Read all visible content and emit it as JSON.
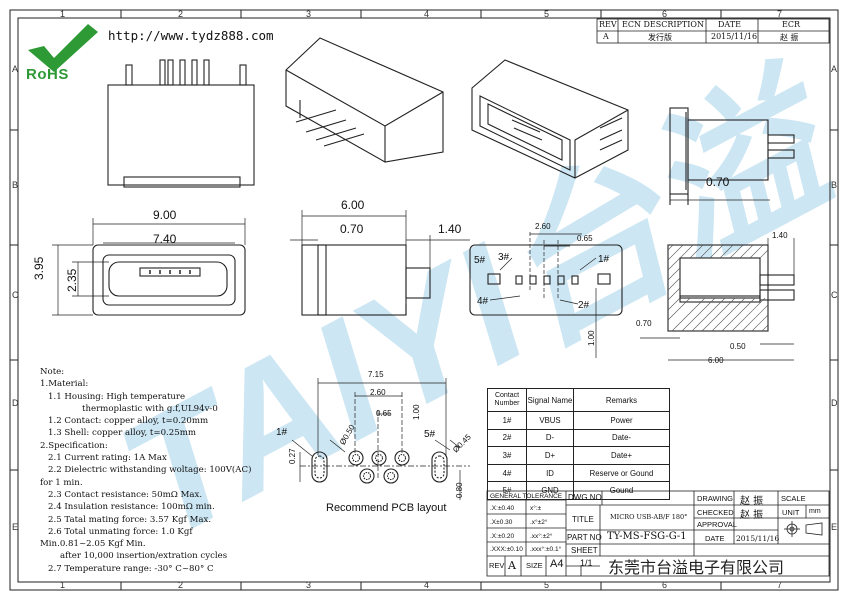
{
  "header": {
    "url": "http://www.tydz888.com",
    "logo": "RoHS",
    "watermark": "TAIYI台溢"
  },
  "zones": {
    "columns": [
      "1",
      "2",
      "3",
      "4",
      "5",
      "6",
      "7"
    ],
    "rows": [
      "A",
      "B",
      "C",
      "D",
      "E"
    ]
  },
  "revision_block": {
    "headers": [
      "REV",
      "ECN DESCRIPTION",
      "DATE",
      "ECR"
    ],
    "row": [
      "A",
      "发行版",
      "2015/11/16",
      "赵  振"
    ]
  },
  "dimensions": {
    "front_width_outer": "9.00",
    "front_width_inner": "7.40",
    "front_height_outer": "3.95",
    "front_height_inner": "2.35",
    "side_depth": "6.00",
    "side_offset": "0.70",
    "side_tab": "1.40",
    "iso_gap": "0.70",
    "pin_span": "2.60",
    "pin_pitch": "0.65",
    "pin_vertical": "1.00",
    "section_top": "1.40",
    "section_left": "0.70",
    "section_mid": "0.50",
    "section_total": "6.00",
    "pcb_width": "7.15",
    "pcb_span": "2.60",
    "pcb_pitch": "0.65",
    "pcb_y": "1.00",
    "pcb_hole_left": "Ø0.50",
    "pcb_hole_right": "Ø0.45",
    "pcb_left_h": "0.27",
    "pcb_right_h": "0.80"
  },
  "pin_labels": {
    "p1": "1#",
    "p2": "2#",
    "p3": "3#",
    "p4": "4#",
    "p5": "5#"
  },
  "pcb": {
    "caption": "Recommend PCB layout",
    "left_label": "1#",
    "right_label": "5#"
  },
  "notes": [
    "Note:",
    "1.Material:",
    "  1.1 Housing: High temperature",
    "          thermoplastic with g.f,UL94v-0",
    "  1.2 Contact: copper alloy, t=0.20mm",
    "  1.3 Shell: copper alloy, t=0.25mm",
    "2.Specification:",
    "  2.1 Current rating: 1A Max",
    "  2.2 Dielectric withstanding woltage: 100V(AC)",
    "for 1 min.",
    "  2.3 Contact resistance: 50mΩ Max.",
    "  2.4 Insulation resistance: 100mΩ min.",
    "  2.5 Tatal mating force: 3.57 Kgf Max.",
    "  2.6 Total unmating force: 1.0 Kgf",
    "Min.0.81~2.05 Kgf Min.",
    "     after 10,000 insertion/extration cycles",
    "  2.7 Temperature range: -30° C~80° C"
  ],
  "signal_table": {
    "headers": [
      "Contact Number",
      "Signal Name",
      "Remarks"
    ],
    "rows": [
      [
        "1#",
        "VBUS",
        "Power"
      ],
      [
        "2#",
        "D-",
        "Date-"
      ],
      [
        "3#",
        "D+",
        "Date+"
      ],
      [
        "4#",
        "ID",
        "Reserve or Gound"
      ],
      [
        "5#",
        "GND",
        "Gound"
      ]
    ]
  },
  "title_block": {
    "general_tolerance": "GENERAL TOLERANCE",
    "tol_rows": [
      [
        ".X:±0.40",
        "x°:±"
      ],
      [
        ".X±0.30",
        ".x°±2°"
      ],
      [
        ".X:±0.20",
        ".xx°:±2°"
      ],
      [
        ".XXX:±0.10",
        ".xxx°:±0.1°"
      ]
    ],
    "dwg_no_label": "DWG NO",
    "title_label": "TITLE",
    "title_value": "MICRO USB-AB/F 180°",
    "part_no_label": "PART NO",
    "part_no_value": "TY-MS-FSG-G-1",
    "sheet_label": "SHEET",
    "sheet_value": "1/1",
    "rev_label": "REV",
    "rev_value": "A",
    "size_label": "SIZE",
    "size_value": "A4",
    "drawing_label": "DRAWING",
    "drawing_value": "赵  振",
    "checked_label": "CHECKED",
    "checked_value": "赵  振",
    "approval_label": "APPROVAL",
    "approval_value": "",
    "date_label": "DATE",
    "date_value": "2015/11/16",
    "scale_label": "SCALE",
    "unit_label": "UNIT",
    "unit_value": "mm",
    "company": "东莞市台溢电子有限公司"
  }
}
